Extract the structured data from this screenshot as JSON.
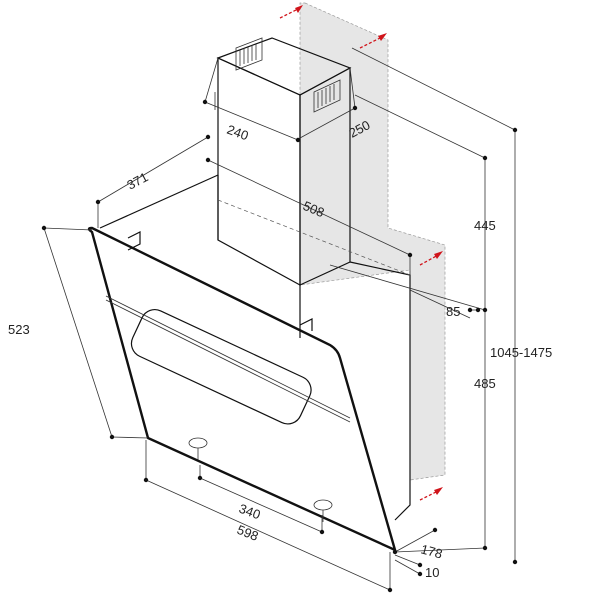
{
  "dimensions": {
    "duct_width": "240",
    "duct_depth": "250",
    "body_depth_side": "371",
    "body_width_top": "508",
    "height_glass": "523",
    "duct_height": "445",
    "offset": "85",
    "body_height": "485",
    "total_height": "1045-1475",
    "hole_spacing": "340",
    "total_width": "598",
    "bottom_depth": "178",
    "bottom_offset": "10"
  },
  "colors": {
    "wall": "#e6e6e6",
    "arrow": "#d0141b",
    "line": "#111111"
  }
}
